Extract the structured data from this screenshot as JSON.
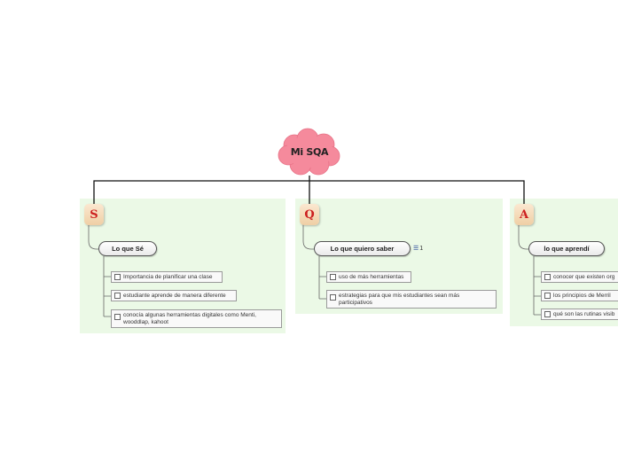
{
  "root": {
    "label": "Mi SQA",
    "color": "#f58a9c"
  },
  "branches": [
    {
      "letter": "S",
      "letter_color": "#cc1f1f",
      "heading": "Lo que Sé",
      "items": [
        "Importancia de planificar una clase",
        "estudiante aprende de manera diferente",
        "conocía algunas herramientas digitales como Menti, wooddlap, kahoot"
      ]
    },
    {
      "letter": "Q",
      "letter_color": "#cc1f1f",
      "heading": "Lo que quiero saber",
      "note_count": "1",
      "items": [
        "uso de más herramientas",
        "estrategias para que mis estudiantes sean más participativos"
      ]
    },
    {
      "letter": "A",
      "letter_color": "#cc1f1f",
      "heading": "lo que aprendí",
      "items": [
        "conocer que existen org",
        "los principios de Merril",
        "qué son las rutinas visib"
      ]
    }
  ],
  "colors": {
    "panel_bg": "#ebf9e6",
    "letter_bg": "#f5dcb8",
    "connector": "#111111"
  }
}
